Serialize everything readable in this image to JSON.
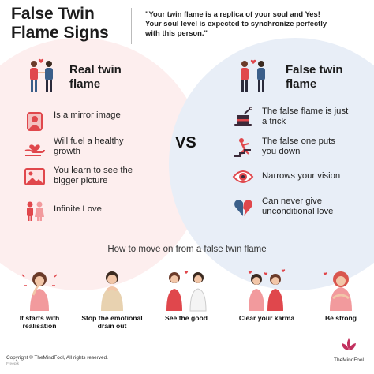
{
  "header": {
    "title_line1": "False Twin",
    "title_line2": "Flame Signs",
    "quote_line1": "\"Your twin flame is a replica of your soul and Yes!",
    "quote_line2": "Your soul level is expected to synchronize perfectly",
    "quote_line3": "with this person.\""
  },
  "real": {
    "heading_line1": "Real twin",
    "heading_line2": "flame",
    "items": [
      {
        "line1": "Is a mirror image",
        "line2": "",
        "icon": "mirror-portrait-icon"
      },
      {
        "line1": "Will fuel a healthy",
        "line2": "growth",
        "icon": "hand-heart-icon"
      },
      {
        "line1": "You learn to see the",
        "line2": "bigger picture",
        "icon": "landscape-picture-icon"
      },
      {
        "line1": "Infinite Love",
        "line2": "",
        "icon": "couple-icon"
      }
    ]
  },
  "vs": "VS",
  "false": {
    "heading_line1": "False twin",
    "heading_line2": "flame",
    "items": [
      {
        "line1": "The false flame is just",
        "line2": "a trick",
        "icon": "magic-hat-icon"
      },
      {
        "line1": "The false one puts",
        "line2": "you down",
        "icon": "falling-person-icon"
      },
      {
        "line1": "Narrows your vision",
        "line2": "",
        "icon": "eye-icon"
      },
      {
        "line1": "Can never give",
        "line2": "unconditional love",
        "icon": "broken-heart-icon"
      }
    ]
  },
  "howto": {
    "heading": "How to move on from a false twin flame",
    "steps": [
      {
        "line1": "It starts with",
        "line2": "realisation"
      },
      {
        "line1": "Stop the emotional",
        "line2": "drain out"
      },
      {
        "line1": "See the good",
        "line2": ""
      },
      {
        "line1": "Clear your karma",
        "line2": ""
      },
      {
        "line1": "Be strong",
        "line2": ""
      }
    ]
  },
  "footer": {
    "copyright": "Copyright © TheMindFool, All rights reserved.",
    "credit": "Freepik",
    "brand": "TheMindFool"
  },
  "colors": {
    "accent_red": "#e0474c",
    "accent_blue": "#3b5f8a",
    "pink_bg": "#fdeeee",
    "blue_bg": "#e8eef7"
  }
}
